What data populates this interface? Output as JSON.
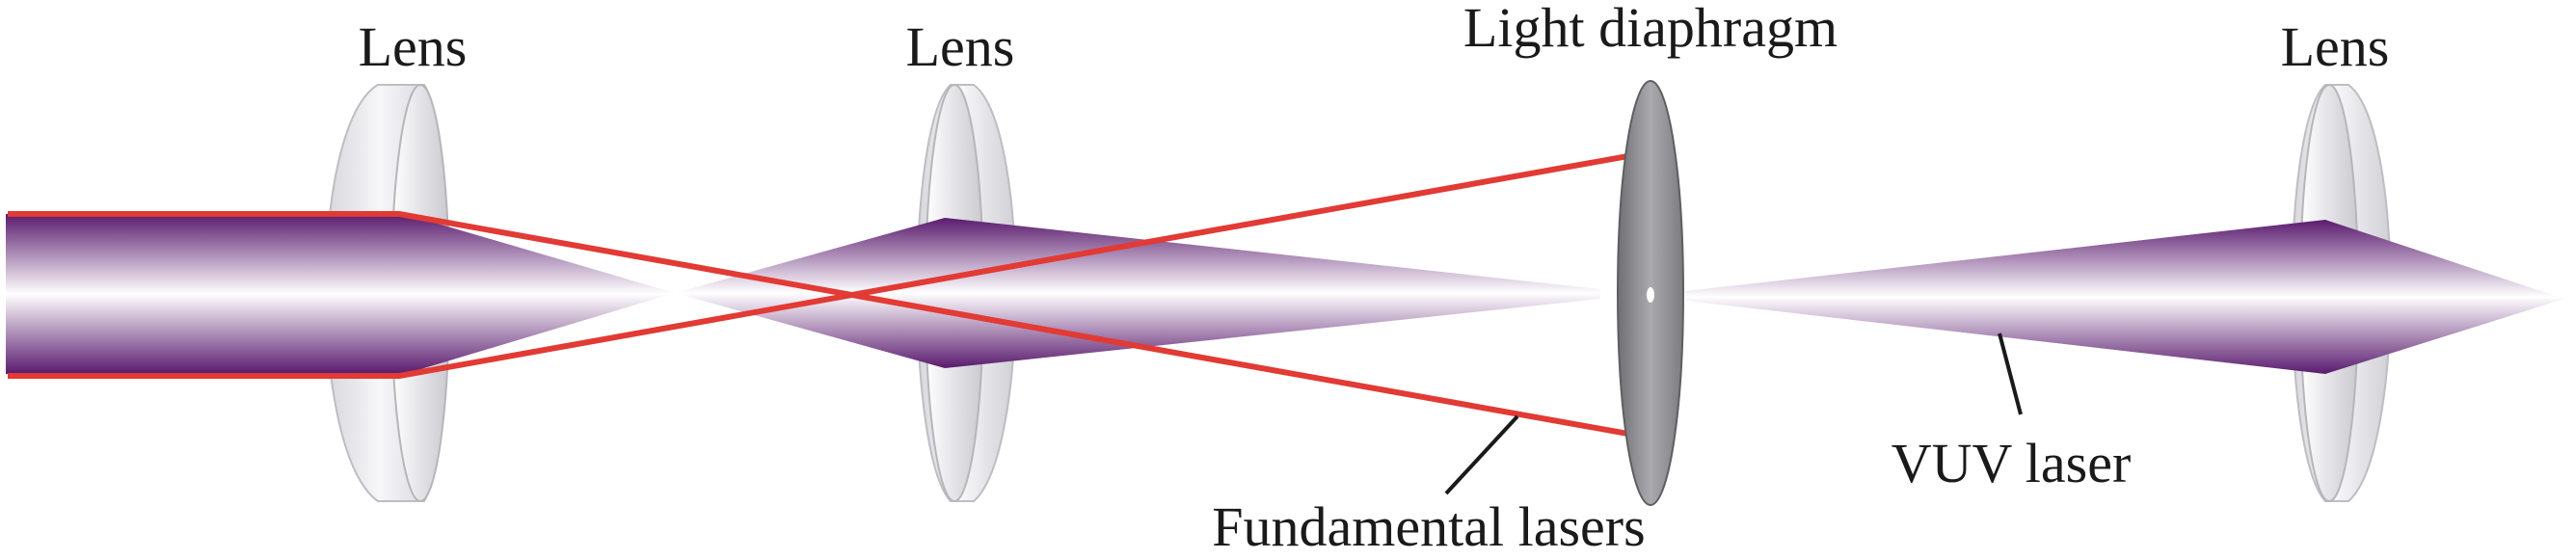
{
  "labels": {
    "lens1": "Lens",
    "lens2": "Lens",
    "diaphragm": "Light diaphragm",
    "lens3": "Lens",
    "fundamental": "Fundamental lasers",
    "vuv": "VUV laser"
  },
  "colors": {
    "beam_edge": "#5a1b6e",
    "beam_center": "#ffffff",
    "fundamental_laser": "#e23a34",
    "lens_glass": "#e9e9ec",
    "diaphragm": "#8f8f93"
  }
}
